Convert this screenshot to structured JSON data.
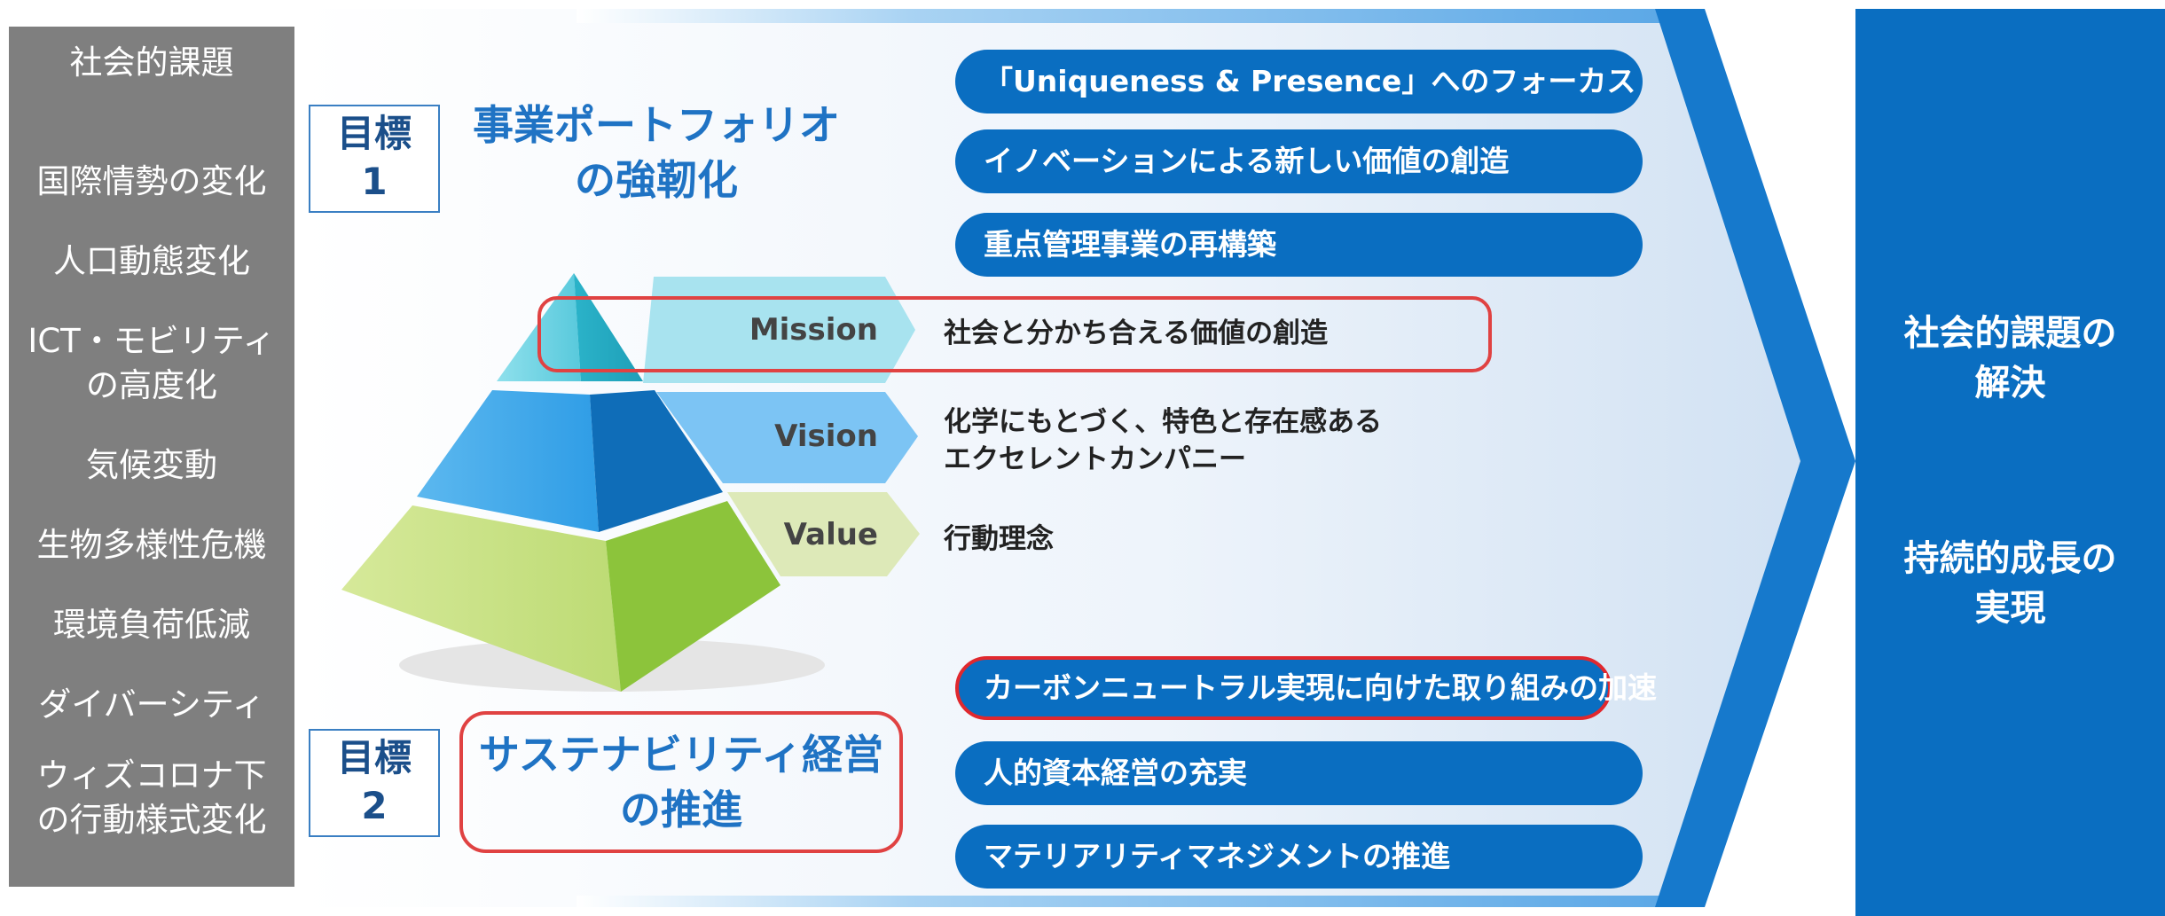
{
  "left_panel": {
    "title": "社会的課題",
    "items": [
      "国際情勢の変化",
      "人口動態変化",
      "ICT・モビリティ",
      "の高度化",
      "気候変動",
      "生物多様性危機",
      "環境負荷低減",
      "ダイバーシティ",
      "ウィズコロナ下",
      "の行動様式変化"
    ]
  },
  "goal1": {
    "label_line1": "目標",
    "label_line2": "1",
    "title_line1": "事業ポートフォリオ",
    "title_line2": "の強靭化",
    "actions": [
      "「Uniqueness & Presence」へのフォーカス",
      "イノベーションによる新しい価値の創造",
      "重点管理事業の再構築"
    ]
  },
  "pyramid": {
    "mission_label": "Mission",
    "mission_text": "社会と分かち合える価値の創造",
    "vision_label": "Vision",
    "vision_text_line1": "化学にもとづく、特色と存在感ある",
    "vision_text_line2": "エクセレントカンパニー",
    "value_label": "Value",
    "value_text": "行動理念"
  },
  "goal2": {
    "label_line1": "目標",
    "label_line2": "2",
    "title_line1": "サステナビリティ経営",
    "title_line2": "の推進",
    "actions": [
      "カーボンニュートラル実現に向けた取り組みの加速",
      "人的資本経営の充実",
      "マテリアリティマネジメントの推進"
    ]
  },
  "right_panel": {
    "result1_line1": "社会的課題の",
    "result1_line2": "解決",
    "result2_line1": "持続的成長の",
    "result2_line2": "実現"
  },
  "colors": {
    "pill_blue": "#0a6ec1",
    "highlight_red": "#e0282e",
    "gray_panel": "#7f7f7f",
    "heading_blue": "#1f73c4"
  }
}
